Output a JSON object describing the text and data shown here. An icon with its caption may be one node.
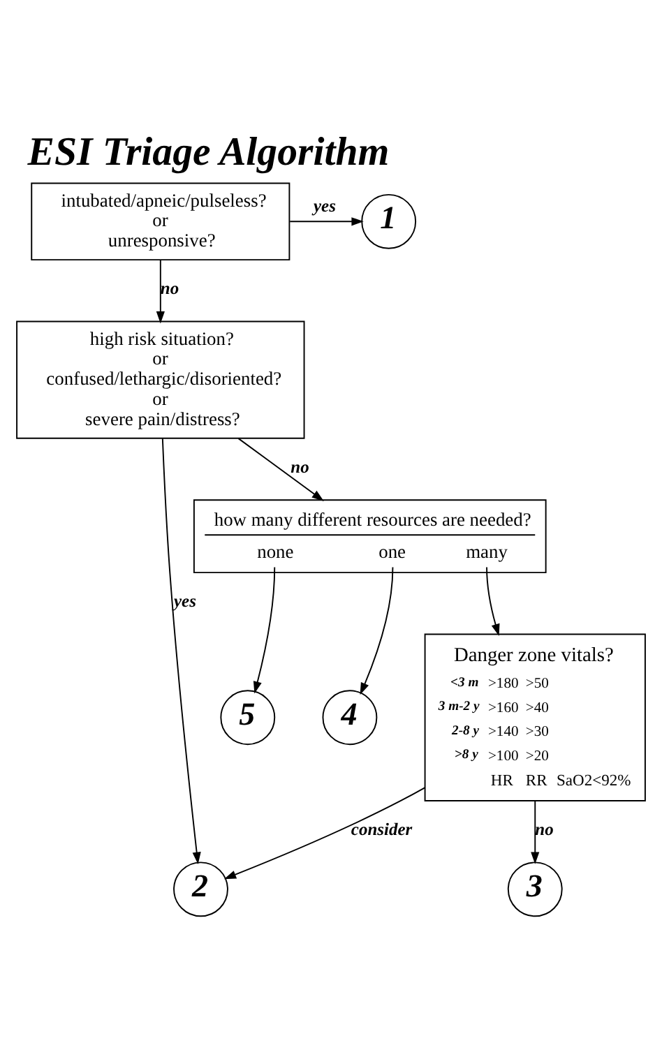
{
  "diagram": {
    "title": "ESI Triage Algorithm",
    "nodes": [
      {
        "text": [
          "intubated/apneic/pulseless?",
          "or",
          "unresponsive?"
        ]
      },
      {
        "text": [
          "1"
        ]
      },
      {
        "text": [
          "high risk situation?",
          "or",
          "confused/lethargic/disoriented?",
          "or",
          "severe pain/distress?"
        ]
      },
      {
        "text": [
          "2"
        ]
      },
      {
        "text": [
          "how many different resources are needed?",
          "none",
          "one",
          "many"
        ]
      },
      {
        "text": [
          "5"
        ]
      },
      {
        "text": [
          "4"
        ]
      },
      {
        "text": [
          "Danger zone vitals?",
          "<3 m",
          ">180",
          ">50",
          "3 m-2 y",
          ">160",
          ">40",
          "2-8 y",
          ">140",
          ">30",
          ">8 y",
          ">100",
          ">20",
          "HR",
          "RR",
          "SaO2<92%"
        ]
      },
      {
        "text": [
          "3"
        ]
      }
    ],
    "edges": [
      {
        "from": 0,
        "to": 1,
        "arrow": "to",
        "label": "yes"
      },
      {
        "from": 0,
        "to": 2,
        "arrow": "to",
        "label": "no"
      },
      {
        "from": 2,
        "to": 3,
        "arrow": "to",
        "label": "yes"
      },
      {
        "from": 2,
        "to": 4,
        "arrow": "to",
        "label": "no"
      },
      {
        "from": 4,
        "to": 5,
        "arrow": "to"
      },
      {
        "from": 4,
        "to": 6,
        "arrow": "to"
      },
      {
        "from": 4,
        "to": 7,
        "arrow": "to"
      },
      {
        "from": 7,
        "to": 3,
        "arrow": "to",
        "label": "consider"
      },
      {
        "from": 7,
        "to": 8,
        "arrow": "to",
        "label": "no"
      }
    ]
  }
}
